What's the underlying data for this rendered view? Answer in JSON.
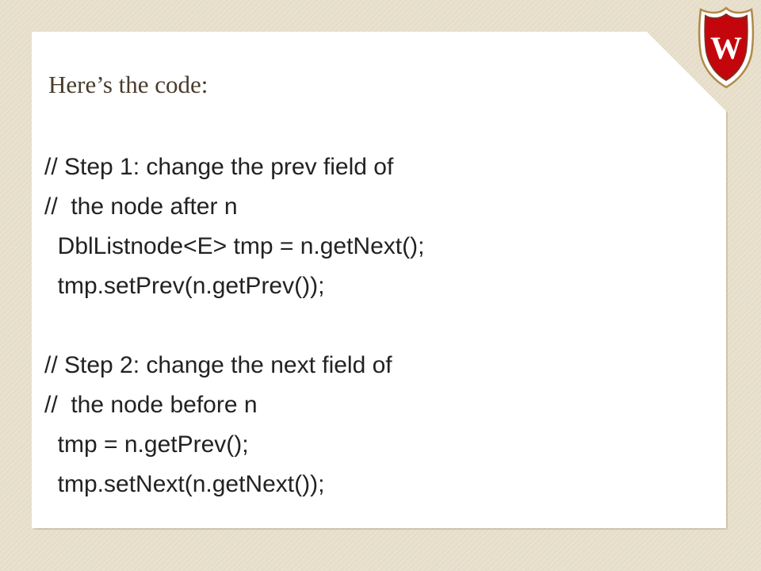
{
  "slide": {
    "title": "Here’s the code:",
    "code_lines": [
      "// Step 1: change the prev field of",
      "//  the node after n",
      "  DblListnode<E> tmp = n.getNext();",
      "  tmp.setPrev(n.getPrev());",
      "",
      "// Step 2: change the next field of",
      "//  the node before n",
      "  tmp = n.getPrev();",
      "  tmp.setNext(n.getNext());"
    ]
  },
  "logo": {
    "icon": "uw-crest-icon",
    "letter": "W",
    "colors": {
      "shield": "#c5050c",
      "shield_border": "#8a2a1e",
      "outline": "#b08a4a",
      "letter": "#ffffff"
    }
  },
  "theme": {
    "background": "#e8e0cc",
    "card": "#ffffff",
    "title_color": "#4a3c2e",
    "text_color": "#222222"
  }
}
